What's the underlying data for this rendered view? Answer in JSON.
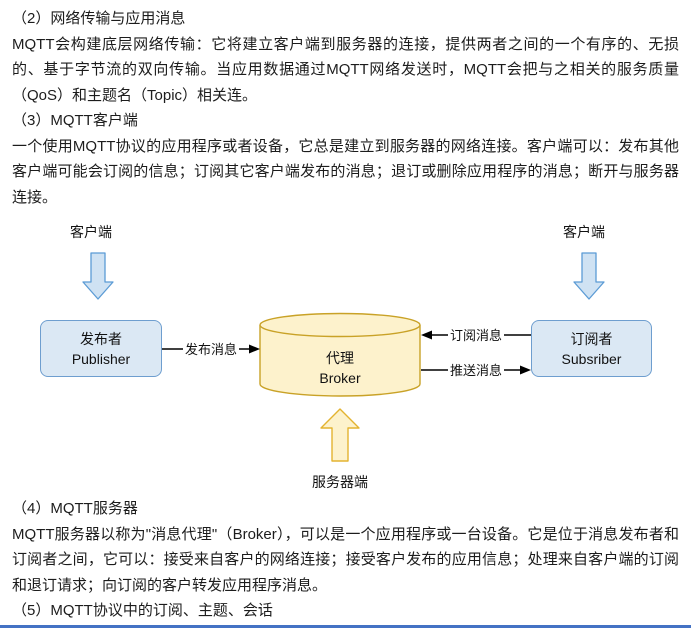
{
  "text": {
    "s2_heading": "（2）网络传输与应用消息",
    "s2_body": "MQTT会构建底层网络传输：它将建立客户端到服务器的连接，提供两者之间的一个有序的、无损的、基于字节流的双向传输。当应用数据通过MQTT网络发送时，MQTT会把与之相关的服务质量（QoS）和主题名（Topic）相关连。",
    "s3_heading": "（3）MQTT客户端",
    "s3_body": "一个使用MQTT协议的应用程序或者设备，它总是建立到服务器的网络连接。客户端可以：发布其他客户端可能会订阅的信息；订阅其它客户端发布的消息；退订或删除应用程序的消息；断开与服务器连接。",
    "s4_heading": "（4）MQTT服务器",
    "s4_body": "MQTT服务器以称为\"消息代理\"（Broker），可以是一个应用程序或一台设备。它是位于消息发布者和订阅者之间，它可以：接受来自客户的网络连接；接受客户发布的应用信息；处理来自客户端的订阅和退订请求；向订阅的客户转发应用程序消息。",
    "s5_heading": "（5）MQTT协议中的订阅、主题、会话"
  },
  "diagram": {
    "left_client_label": "客户端",
    "right_client_label": "客户端",
    "publisher": {
      "line1": "发布者",
      "line2": "Publisher"
    },
    "broker": {
      "line1": "代理",
      "line2": "Broker"
    },
    "subscriber": {
      "line1": "订阅者",
      "line2": "Subsriber"
    },
    "publish_msg_label": "发布消息",
    "subscribe_msg_label": "订阅消息",
    "push_msg_label": "推送消息",
    "server_side_label": "服务器端",
    "colors": {
      "client_box_fill": "#dbe8f4",
      "client_box_border": "#6e9ecf",
      "block_arrow_blue_fill": "#cfe2f3",
      "block_arrow_blue_border": "#5b9bd5",
      "broker_cylinder_fill": "#fdf2cc",
      "broker_cylinder_border": "#c9a227",
      "block_arrow_yellow_fill": "#fdf2cc",
      "block_arrow_yellow_border": "#e3b330",
      "line_arrow_color": "#000000"
    }
  },
  "page": {
    "bottom_rule_color": "#4472c4"
  }
}
